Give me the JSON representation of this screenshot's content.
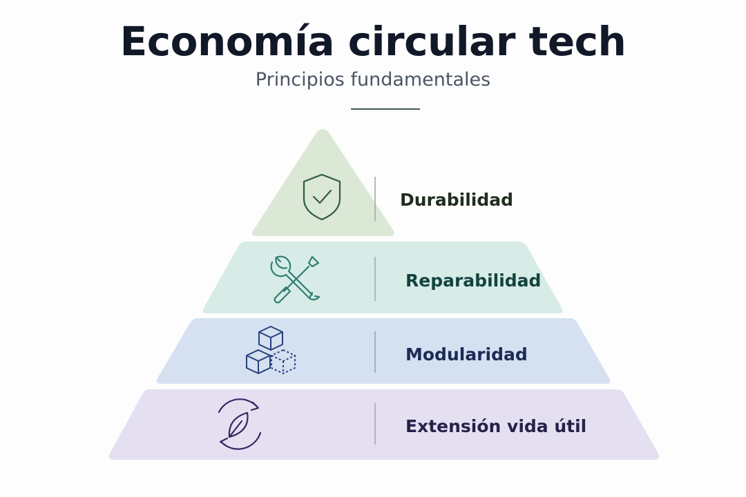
{
  "title": "Economía circular tech",
  "subtitle": "Principios fundamentales",
  "tiers": [
    {
      "label": "Durabilidad",
      "icon": "shield-check-icon",
      "fill": "#dbe8d6",
      "color": "#2f5a3f",
      "text_color": "#1f2d1f"
    },
    {
      "label": "Reparabilidad",
      "icon": "wrench-screwdriver-icon",
      "fill": "#d7ebe7",
      "color": "#2e7d73",
      "text_color": "#14433f"
    },
    {
      "label": "Modularidad",
      "icon": "modules-icon",
      "fill": "#d5e0f1",
      "color": "#273f7d",
      "text_color": "#1c2a55"
    },
    {
      "label": "Extensión vida útil",
      "icon": "leaf-cycle-icon",
      "fill": "#e5e0f1",
      "color": "#34285f",
      "text_color": "#27214a"
    }
  ]
}
